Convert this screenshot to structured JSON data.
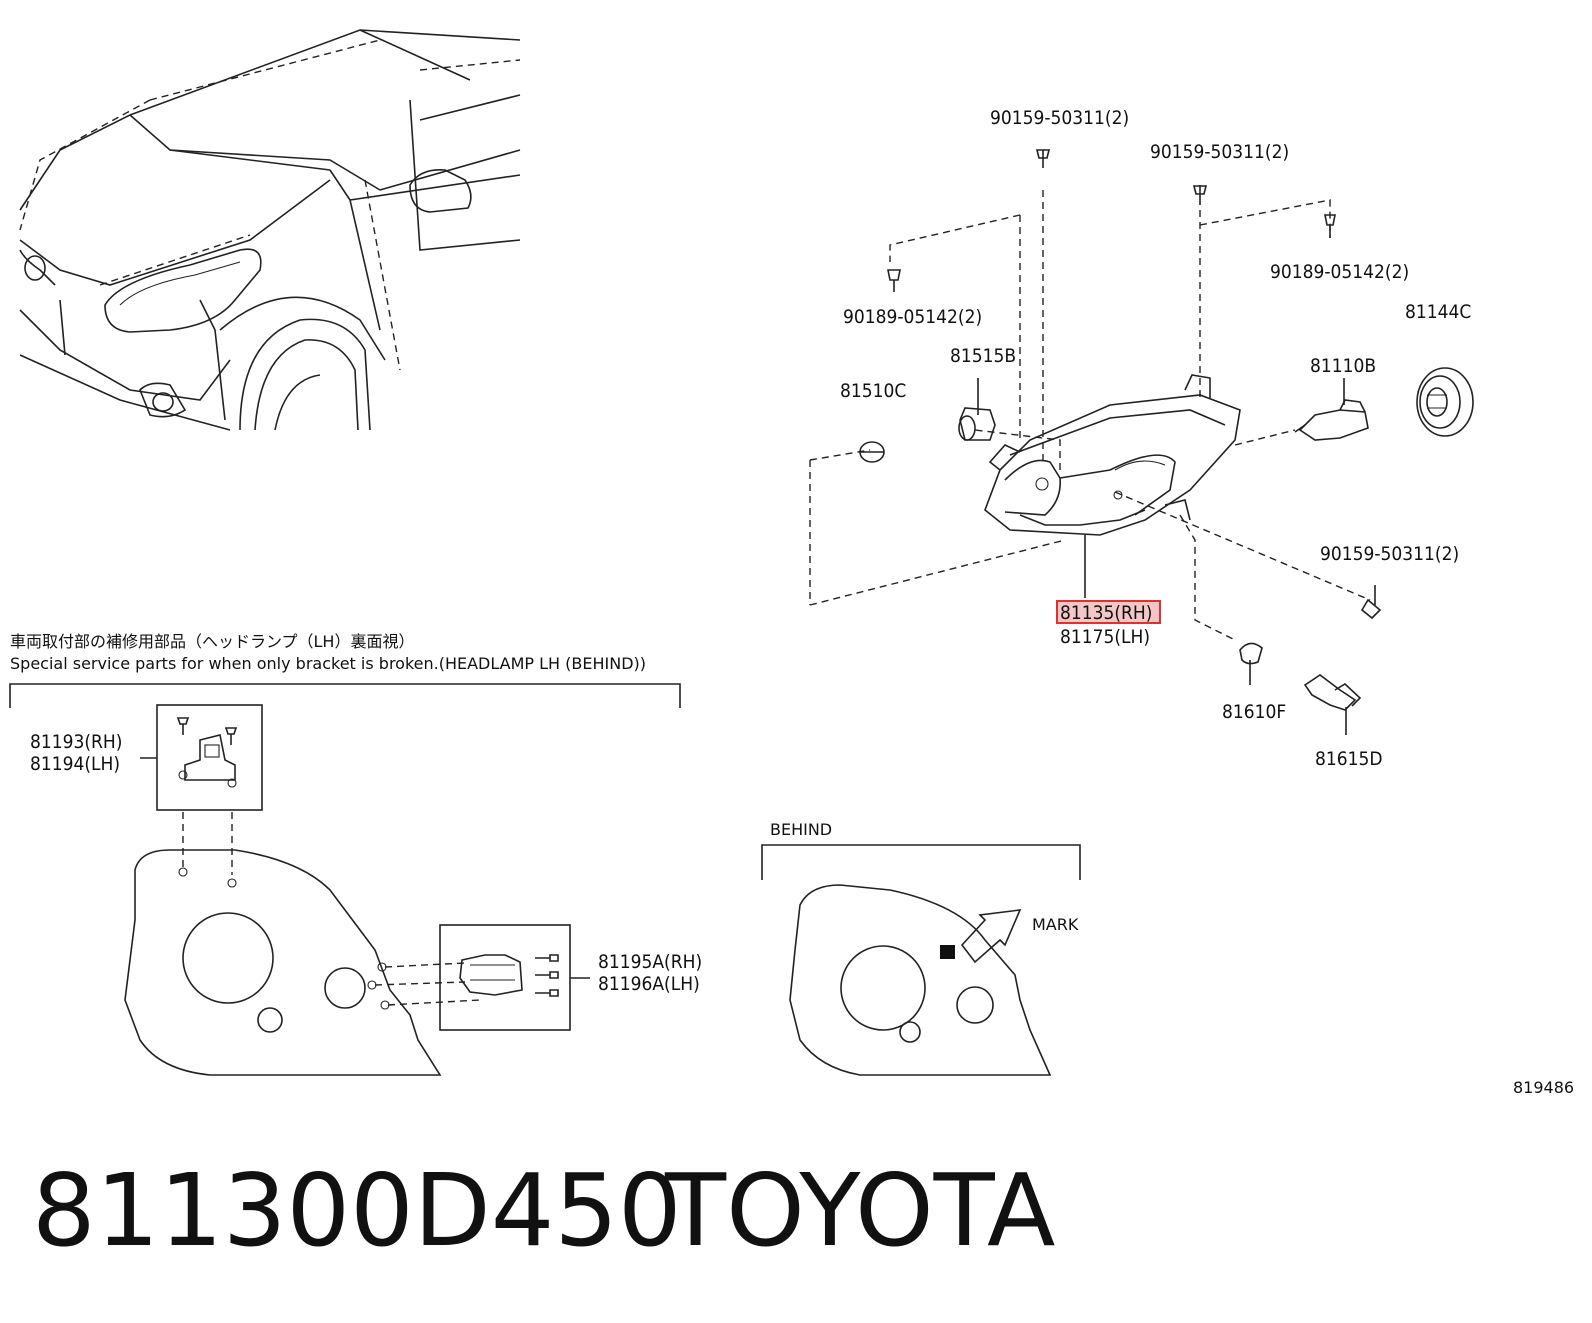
{
  "diagram": {
    "callouts": {
      "bolt_top_1": "90159-50311(2)",
      "bolt_top_2": "90159-50311(2)",
      "screw_left": "90189-05142(2)",
      "screw_right": "90189-05142(2)",
      "bolt_lower": "90159-50311(2)",
      "socket_81515b": "81515B",
      "bulb_81510c": "81510C",
      "bulb_81110b": "81110B",
      "cover_81144c": "81144C",
      "headlamp_rh": "81135(RH)",
      "headlamp_lh": "81175(LH)",
      "bulb_81610f": "81610F",
      "socket_81615d": "81615D"
    },
    "service_note": {
      "japanese": "車両取付部の補修用部品（ヘッドランプ（LH）裏面視）",
      "english": "Special service parts for when only bracket is broken.(HEADLAMP LH (BEHIND))"
    },
    "bracket_upper": {
      "rh": "81193(RH)",
      "lh": "81194(LH)"
    },
    "bracket_side": {
      "rh": "81195A(RH)",
      "lh": "81196A(LH)"
    },
    "behind_label": "BEHIND",
    "mark_label": "MARK",
    "figure_number": "819486"
  },
  "footer": {
    "part_number": "811300D450",
    "brand": "TOYOTA"
  },
  "colors": {
    "highlight_box": "#e03030",
    "highlight_fill": "#f4c6c6",
    "line": "#222222"
  }
}
